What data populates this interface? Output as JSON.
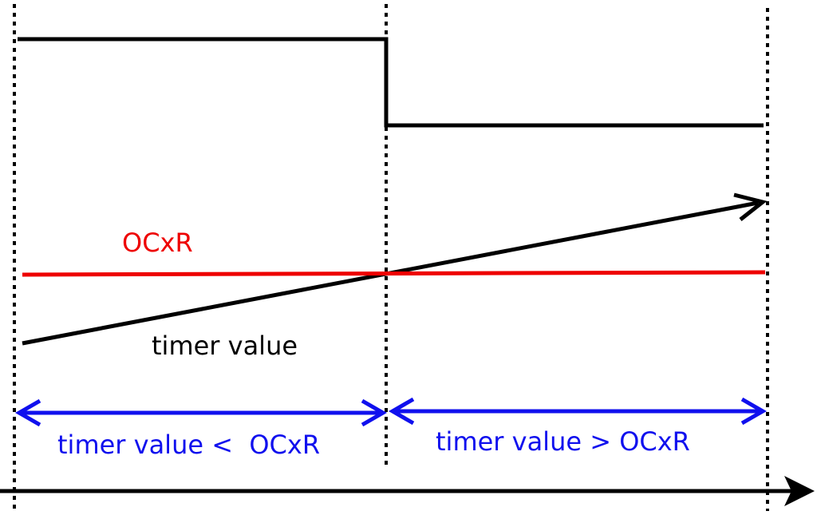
{
  "labels": {
    "ocxr": "OCxR",
    "timer_value": "timer value",
    "region_left": "timer value <  OCxR",
    "region_right": "timer value > OCxR"
  },
  "colors": {
    "output_signal": "#000000",
    "timer_ramp": "#000000",
    "compare_level": "#ee0000",
    "interval_arrows": "#1010ee",
    "time_axis": "#000000",
    "marker_lines": "#000000"
  },
  "signal": {
    "output_before_match": "high",
    "output_after_match": "low"
  }
}
